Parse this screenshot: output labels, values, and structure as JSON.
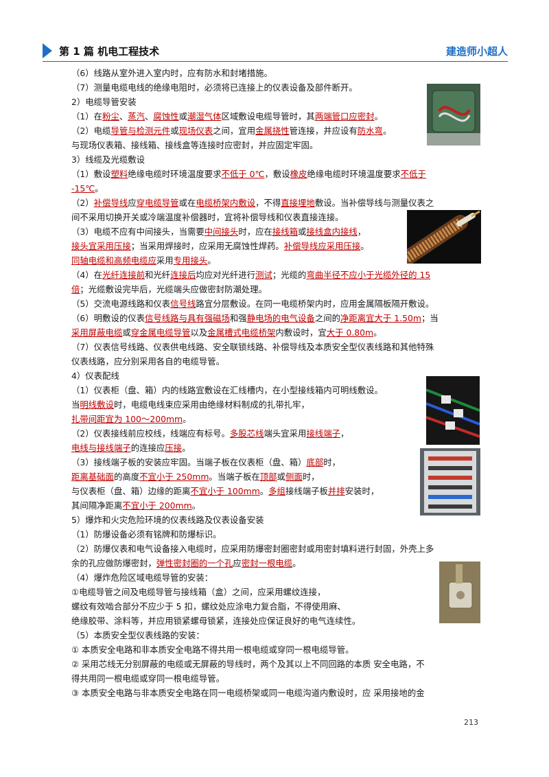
{
  "header": {
    "title": "第 1 篇  机电工程技术",
    "brand": "建造师小超人"
  },
  "page_number": "213",
  "colors": {
    "accent": "#1f6fc5",
    "highlight": "#c00000"
  },
  "lines": [
    [
      {
        "t": "（6）线路从室外进入室内时，应有防水和封堵措施。",
        "s": "n"
      }
    ],
    [
      {
        "t": "（7）测量电缆电线的绝缘电阻时，必须将已连接上的仪表设备及部件断开。",
        "s": "n"
      }
    ],
    [
      {
        "t": "2）电缆导管安装",
        "s": "n"
      }
    ],
    [
      {
        "t": "（1）在",
        "s": "n"
      },
      {
        "t": "粉尘",
        "s": "u"
      },
      {
        "t": "、",
        "s": "n"
      },
      {
        "t": "蒸汽",
        "s": "u"
      },
      {
        "t": "、",
        "s": "n"
      },
      {
        "t": "腐蚀性",
        "s": "u"
      },
      {
        "t": "或",
        "s": "n"
      },
      {
        "t": "潮湿气体",
        "s": "u"
      },
      {
        "t": "区域敷设电缆导管时，其",
        "s": "n"
      },
      {
        "t": "两端管口应密封",
        "s": "u"
      },
      {
        "t": "。",
        "s": "n"
      }
    ],
    [
      {
        "t": "（2）电缆",
        "s": "n"
      },
      {
        "t": "导管与检测元件",
        "s": "u"
      },
      {
        "t": "或",
        "s": "n"
      },
      {
        "t": "现场仪表",
        "s": "u"
      },
      {
        "t": "之间，宜用",
        "s": "n"
      },
      {
        "t": "金属挠性",
        "s": "u"
      },
      {
        "t": "管连接，并应设有",
        "s": "n"
      },
      {
        "t": "防水弯",
        "s": "u"
      },
      {
        "t": "。",
        "s": "n"
      }
    ],
    [
      {
        "t": "与现场仪表箱、接线箱、接线盒等连接时应密封，并应固定牢固。",
        "s": "n"
      }
    ],
    [
      {
        "t": "3）线缆及光缆敷设",
        "s": "n"
      }
    ],
    [
      {
        "t": "（1）敷设",
        "s": "n"
      },
      {
        "t": "塑料",
        "s": "u"
      },
      {
        "t": "绝缘电缆时环境温度要求",
        "s": "n"
      },
      {
        "t": "不低于 0℃",
        "s": "u"
      },
      {
        "t": "，敷设",
        "s": "n"
      },
      {
        "t": "橡皮",
        "s": "u"
      },
      {
        "t": "绝缘电缆时环境温度要求",
        "s": "n"
      },
      {
        "t": "不低于",
        "s": "u"
      }
    ],
    [
      {
        "t": "-15℃",
        "s": "u"
      },
      {
        "t": "。",
        "s": "n"
      }
    ],
    [
      {
        "t": "（2）",
        "s": "n"
      },
      {
        "t": "补偿导线",
        "s": "u"
      },
      {
        "t": "应",
        "s": "n"
      },
      {
        "t": "穿电缆导管",
        "s": "u"
      },
      {
        "t": "或在",
        "s": "n"
      },
      {
        "t": "电缆桥架内敷设",
        "s": "u"
      },
      {
        "t": "，不得",
        "s": "n"
      },
      {
        "t": "直接埋地",
        "s": "u"
      },
      {
        "t": "敷设。当补偿导线与测量仪表之",
        "s": "n"
      }
    ],
    [
      {
        "t": "间不采用切换开关或冷端温度补偿器时，宜将补偿导线和仪表直接连接。",
        "s": "n"
      }
    ],
    [
      {
        "t": "（3）电缆不应有中间接头，当需要",
        "s": "n"
      },
      {
        "t": "中间接头",
        "s": "u"
      },
      {
        "t": "时，应在",
        "s": "n"
      },
      {
        "t": "接线箱",
        "s": "u"
      },
      {
        "t": "或",
        "s": "n"
      },
      {
        "t": "接线盒内接线",
        "s": "u"
      },
      {
        "t": "，",
        "s": "n"
      }
    ],
    [
      {
        "t": "接头宜采用压接",
        "s": "u"
      },
      {
        "t": "；当采用焊接时，应采用无腐蚀性焊药。",
        "s": "n"
      },
      {
        "t": "补偿导线应采用压接",
        "s": "u"
      },
      {
        "t": "。",
        "s": "n"
      }
    ],
    [
      {
        "t": "同轴电缆和高频电缆应",
        "s": "u"
      },
      {
        "t": "采用",
        "s": "n"
      },
      {
        "t": "专用接头",
        "s": "u"
      },
      {
        "t": "。",
        "s": "n"
      }
    ],
    [
      {
        "t": "（4）在",
        "s": "n"
      },
      {
        "t": "光纤连接前",
        "s": "u"
      },
      {
        "t": "和光纤",
        "s": "n"
      },
      {
        "t": "连接后",
        "s": "u"
      },
      {
        "t": "均应对光纤进行",
        "s": "n"
      },
      {
        "t": "测试",
        "s": "u"
      },
      {
        "t": "；光缆的",
        "s": "n"
      },
      {
        "t": "弯曲半径不应小于光缆外径的 15",
        "s": "u"
      }
    ],
    [
      {
        "t": "倍",
        "s": "u"
      },
      {
        "t": "；光缆敷设完毕后，光缆端头应做密封防潮处理。",
        "s": "n"
      }
    ],
    [
      {
        "t": "（5）交流电源线路和仪表",
        "s": "n"
      },
      {
        "t": "信号线",
        "s": "u"
      },
      {
        "t": "路宜分层敷设。在同一电缆桥架内时，应用金属隔板隔开敷设。",
        "s": "n"
      }
    ],
    [
      {
        "t": "（6）明敷设的仪表",
        "s": "n"
      },
      {
        "t": "信号线路",
        "s": "u"
      },
      {
        "t": "与具有强磁场",
        "s": "u"
      },
      {
        "t": "和强",
        "s": "n"
      },
      {
        "t": "静电场的电气设备",
        "s": "u"
      },
      {
        "t": "之间的",
        "s": "n"
      },
      {
        "t": "净距离宜大于 1.50m",
        "s": "u"
      },
      {
        "t": "；当",
        "s": "n"
      }
    ],
    [
      {
        "t": "采用屏蔽电缆",
        "s": "u"
      },
      {
        "t": "或",
        "s": "n"
      },
      {
        "t": "穿金属电缆导管",
        "s": "u"
      },
      {
        "t": "以及",
        "s": "n"
      },
      {
        "t": "金属槽式电缆桥架",
        "s": "u"
      },
      {
        "t": "内敷设时，宜",
        "s": "n"
      },
      {
        "t": "大于 0.80m",
        "s": "u"
      },
      {
        "t": "。",
        "s": "n"
      }
    ],
    [
      {
        "t": "（7）仪表信号线路、仪表供电线路、安全联锁线路、补偿导线及本质安全型仪表线路和其他特殊",
        "s": "n"
      }
    ],
    [
      {
        "t": "仪表线路，应分别采用各自的电缆导管。",
        "s": "n"
      }
    ],
    [
      {
        "t": "4）仪表配线",
        "s": "n"
      }
    ],
    [
      {
        "t": "（1）仪表柜（盘、箱）内的线路宜敷设在汇线槽内，在小型接线箱内可明线敷设。",
        "s": "n"
      }
    ],
    [
      {
        "t": "当",
        "s": "n"
      },
      {
        "t": "明线敷设",
        "s": "u"
      },
      {
        "t": "时，电缆电线束应采用由绝缘材料制成的扎带扎牢，",
        "s": "n"
      }
    ],
    [
      {
        "t": "扎带间距宜为 100～200mm",
        "s": "u"
      },
      {
        "t": "。",
        "s": "n"
      }
    ],
    [
      {
        "t": "（2）仪表接线前应校线，线端应有标号。",
        "s": "n"
      },
      {
        "t": "多股芯线",
        "s": "u"
      },
      {
        "t": "端头宜采用",
        "s": "n"
      },
      {
        "t": "接线端子",
        "s": "u"
      },
      {
        "t": "，",
        "s": "n"
      }
    ],
    [
      {
        "t": "电线与接线端子",
        "s": "u"
      },
      {
        "t": "的连接应",
        "s": "n"
      },
      {
        "t": "压接",
        "s": "u"
      },
      {
        "t": "。",
        "s": "n"
      }
    ],
    [
      {
        "t": "（3）接线端子板的安装应牢固。当端子板在仪表柜（盘、箱）",
        "s": "n"
      },
      {
        "t": "底部",
        "s": "u"
      },
      {
        "t": "时，",
        "s": "n"
      }
    ],
    [
      {
        "t": "距离基础面",
        "s": "u"
      },
      {
        "t": "的高度",
        "s": "n"
      },
      {
        "t": "不宜小于 250mm",
        "s": "u"
      },
      {
        "t": "。当端子板在",
        "s": "n"
      },
      {
        "t": "顶部",
        "s": "u"
      },
      {
        "t": "或",
        "s": "n"
      },
      {
        "t": "侧面",
        "s": "u"
      },
      {
        "t": "时，",
        "s": "n"
      }
    ],
    [
      {
        "t": "与仪表柜（盘、箱）边缘的距离",
        "s": "n"
      },
      {
        "t": "不宜小于 100mm",
        "s": "u"
      },
      {
        "t": "。",
        "s": "n"
      },
      {
        "t": "多组",
        "s": "u"
      },
      {
        "t": "接线端子板",
        "s": "n"
      },
      {
        "t": "并排",
        "s": "u"
      },
      {
        "t": "安装时，",
        "s": "n"
      }
    ],
    [
      {
        "t": "其间隔净距离",
        "s": "n"
      },
      {
        "t": "不宜小于 200mm",
        "s": "u"
      },
      {
        "t": "。",
        "s": "n"
      }
    ],
    [
      {
        "t": "5）爆炸和火灾危险环境的仪表线路及仪表设备安装",
        "s": "n"
      }
    ],
    [
      {
        "t": "（1）防爆设备必须有铭牌和防爆标识。",
        "s": "n"
      }
    ],
    [
      {
        "t": "（2）防爆仪表和电气设备接入电缆时，应采用防爆密封圈密封或用密封填料进行封固，外壳上多",
        "s": "n"
      }
    ],
    [
      {
        "t": "余的孔应做防爆密封，",
        "s": "n"
      },
      {
        "t": "弹性密封圈的一个孔",
        "s": "u"
      },
      {
        "t": "应",
        "s": "n"
      },
      {
        "t": "密封一根电缆",
        "s": "u"
      },
      {
        "t": "。",
        "s": "n"
      }
    ],
    [
      {
        "t": "（4）爆炸危险区域电缆导管的安装：",
        "s": "n"
      }
    ],
    [
      {
        "t": "①电缆导管之间及电缆导管与接线箱（盒）之间，应采用螺纹连接，",
        "s": "n"
      }
    ],
    [
      {
        "t": "螺纹有效啮合部分不应少于 5 扣，螺纹处应涂电力复合脂，不得使用麻、",
        "s": "n"
      }
    ],
    [
      {
        "t": "绝缘胶带、涂料等，并应用锁紧螺母锁紧，连接处应保证良好的电气连续性。",
        "s": "n"
      }
    ],
    [
      {
        "t": "（5）本质安全型仪表线路的安装：",
        "s": "n"
      }
    ],
    [
      {
        "t": "①  本质安全电路和非本质安全电路不得共用一根电缆或穿同一根电缆导管。",
        "s": "n"
      }
    ],
    [
      {
        "t": "②  采用芯线无分别屏蔽的电缆或无屏蔽的导线时，两个及其以上不同回路的本质  安全电路，不",
        "s": "n"
      }
    ],
    [
      {
        "t": "得共用同一根电缆或穿同一根电缆导管。",
        "s": "n"
      }
    ],
    [
      {
        "t": "③  本质安全电路与非本质安全电路在同一电缆桥架或同一电缆沟道内敷设时，应  采用接地的金",
        "s": "n"
      }
    ]
  ]
}
